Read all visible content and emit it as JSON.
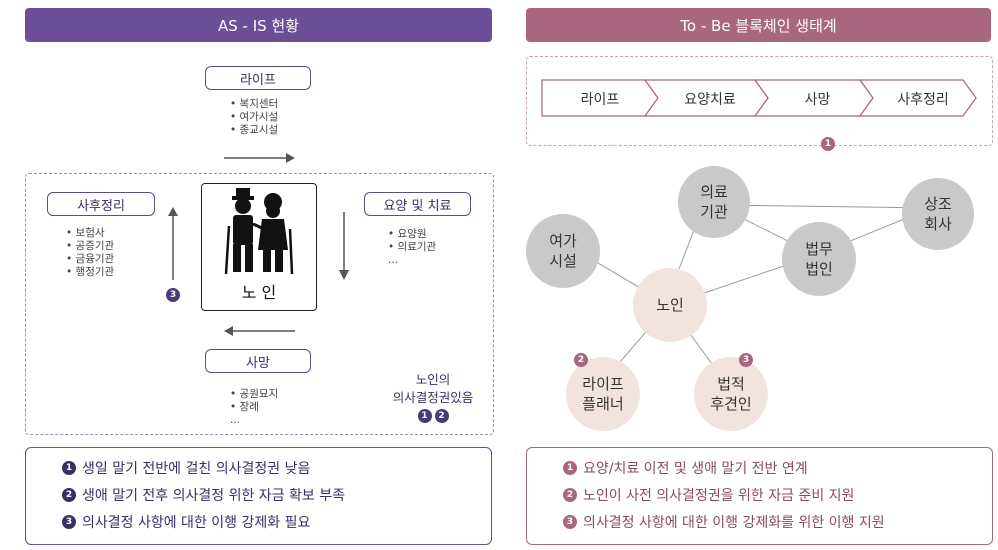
{
  "left": {
    "header": "AS - IS 현황",
    "life": {
      "label": "라이프",
      "items": [
        "복지센터",
        "여가시설",
        "종교시설"
      ]
    },
    "care": {
      "label": "요양 및 치료",
      "items": [
        "요양원",
        "의료기관",
        "..."
      ]
    },
    "death": {
      "label": "사망",
      "items": [
        "공원묘지",
        "장례",
        "..."
      ]
    },
    "after": {
      "label": "사후정리",
      "items": [
        "보험사",
        "공증기관",
        "금융기관",
        "행정기관"
      ]
    },
    "center_label": "노 인",
    "badge3": "3",
    "note": {
      "line1": "노인의",
      "line2": "의사결정권있음",
      "b1": "1",
      "b2": "2"
    },
    "bottom": [
      {
        "num": "1",
        "text": "생일 말기 전반에 걸친 의사결정권 낮음"
      },
      {
        "num": "2",
        "text": "생애 말기 전후 의사결정 위한 자금 확보 부족"
      },
      {
        "num": "3",
        "text": "의사결정 사항에 대한 이행 강제화 필요"
      }
    ]
  },
  "right": {
    "header": "To - Be 블록체인 생태계",
    "chevrons": [
      "라이프",
      "요양치료",
      "사망",
      "사후정리"
    ],
    "badge1": "1",
    "nodes": {
      "medical": "의료\n기관",
      "funeral": "상조\n회사",
      "leisure": "여가\n시설",
      "law": "법무\n법인",
      "elder": "노인",
      "planner": "라이프\n플래너",
      "guardian": "법적\n후견인"
    },
    "badge2": "2",
    "badge3": "3",
    "bottom": [
      {
        "num": "1",
        "text": "요양/치료 이전 및 생애 말기 전반 연계"
      },
      {
        "num": "2",
        "text": "노인이 사전 의사결정권을 위한 자금 준비 지원"
      },
      {
        "num": "3",
        "text": "의사결정 사항에 대한 이행 강제화를 위한 이행 지원"
      }
    ]
  },
  "colors": {
    "purple": "#6b4f96",
    "rose": "#a8667f",
    "node_gray": "#c9c9c9",
    "node_pink": "#f3e3df"
  }
}
